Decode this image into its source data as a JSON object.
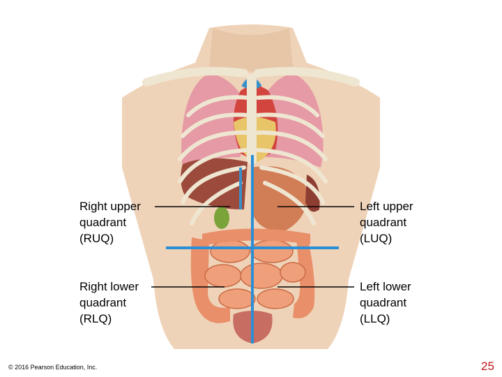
{
  "labels": {
    "ruq": "Right upper\nquadrant\n(RUQ)",
    "luq": "Left upper\nquadrant\n(LUQ)",
    "rlq": "Right lower\nquadrant\n(RLQ)",
    "llq": "Left lower\nquadrant\n(LLQ)"
  },
  "footer": {
    "copyright": "© 2016 Pearson Education, Inc.",
    "page_number": "25"
  },
  "colors": {
    "skin": "#efd3b8",
    "lung": "#e59aa5",
    "bone": "#efe6d2",
    "liver": "#9b4a3c",
    "stomach": "#d17d56",
    "intestine": "#e98f69",
    "divider_line": "#2a8fd6",
    "page_number": "#c0121a"
  }
}
